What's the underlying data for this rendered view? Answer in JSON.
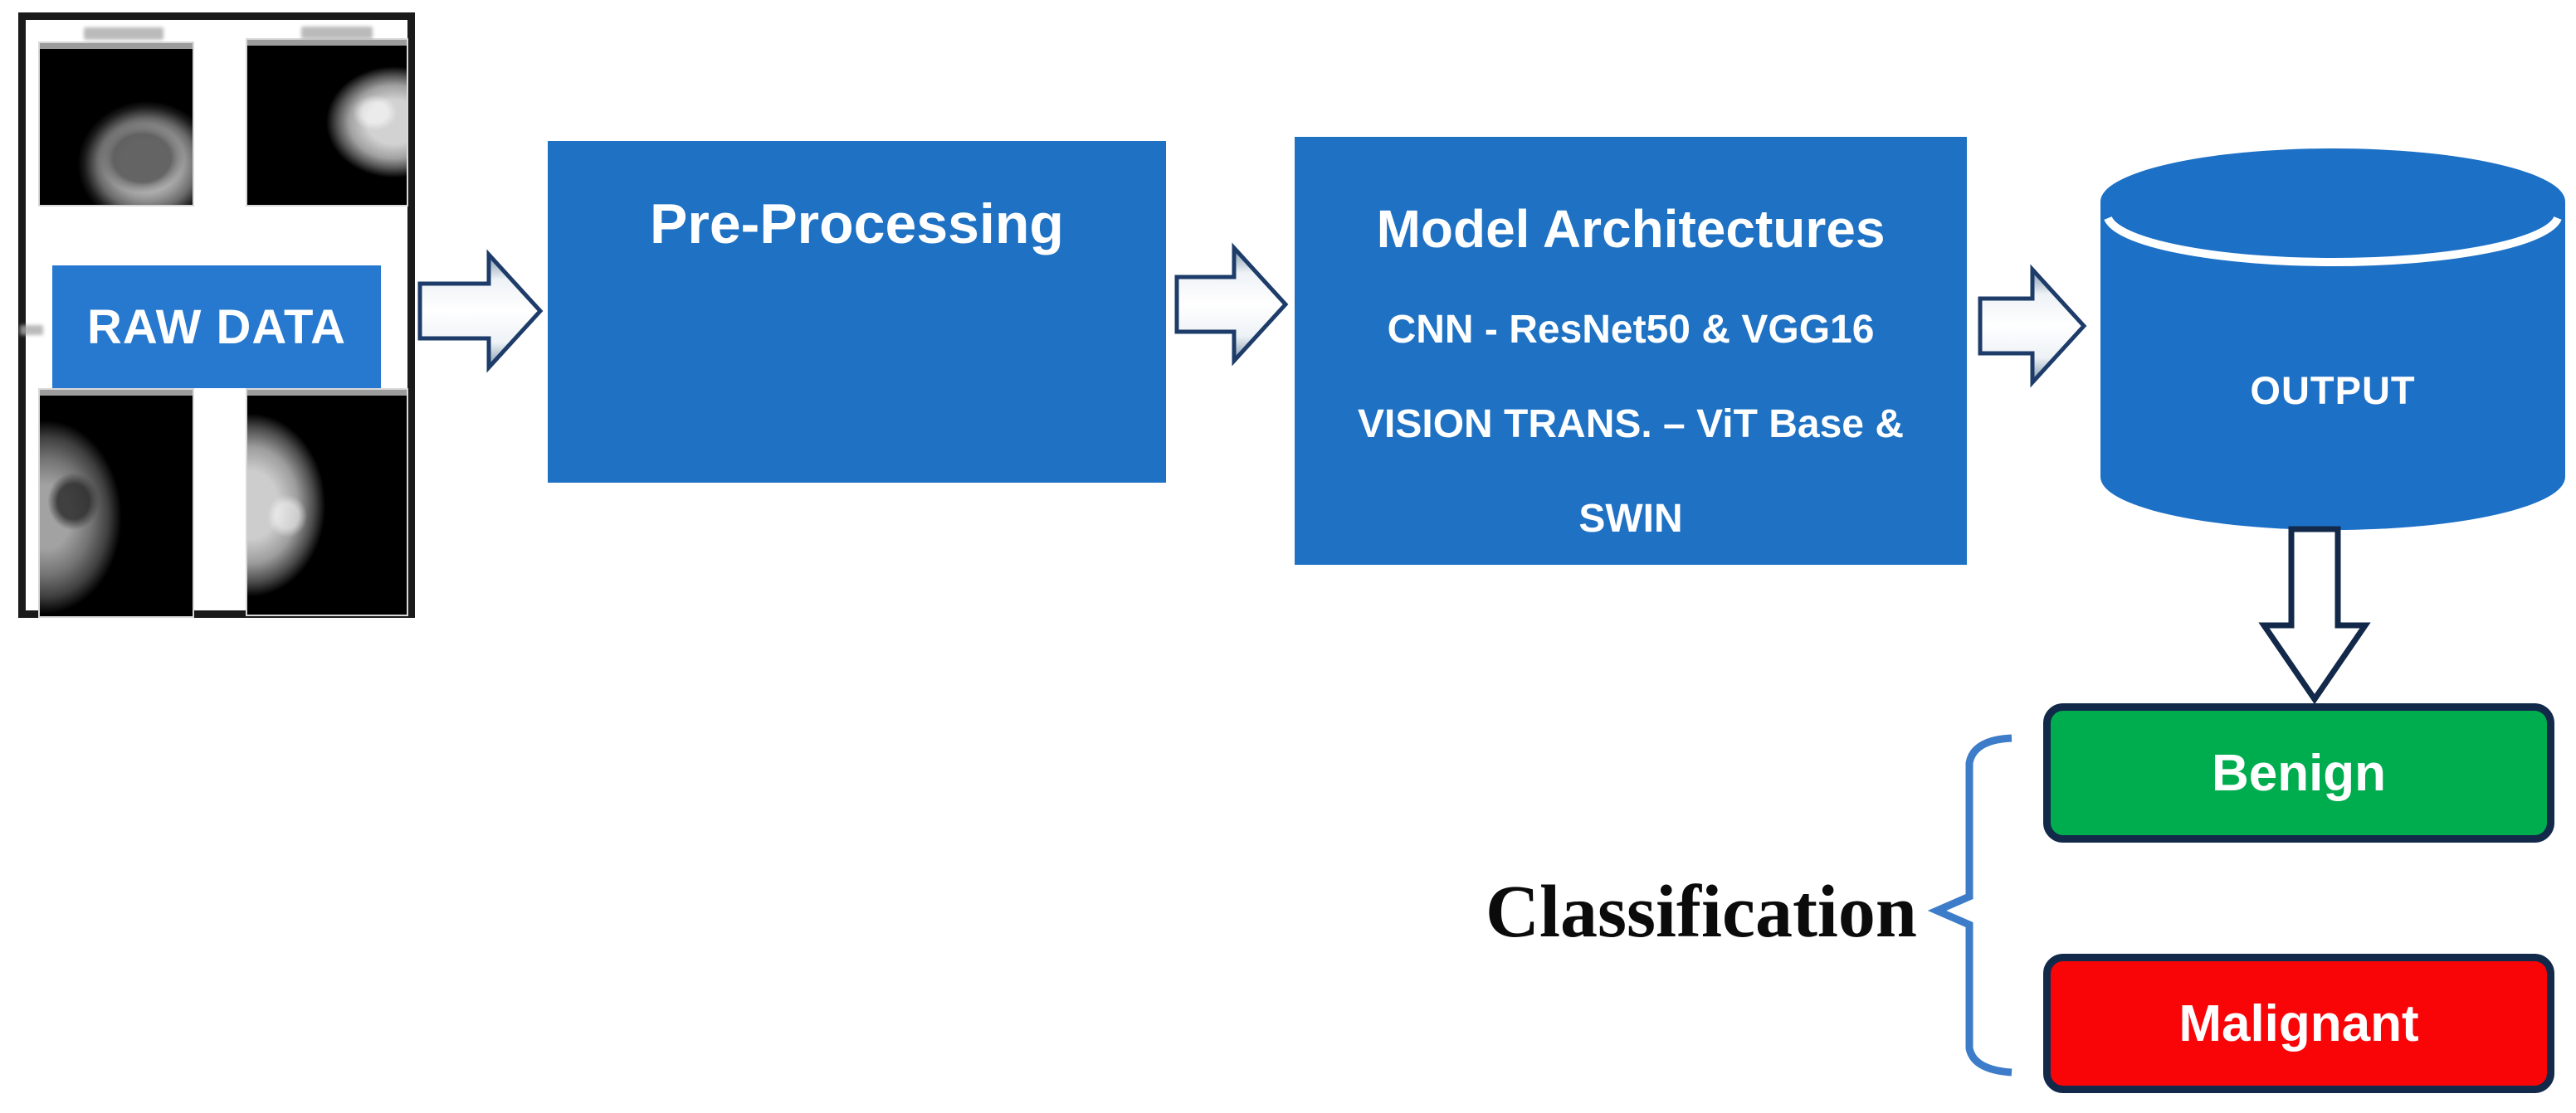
{
  "raw_data": {
    "label": "RAW DATA"
  },
  "flow": {
    "preprocessing_label": "Pre-Processing",
    "model_title": "Model Architectures",
    "model_line_cnn": "CNN - ResNet50 & VGG16",
    "model_line_vit": "VISION TRANS. – ViT Base &",
    "model_line_swin": "SWIN",
    "output_label": "OUTPUT"
  },
  "classification": {
    "label": "Classification",
    "benign_label": "Benign",
    "malignant_label": "Malignant"
  },
  "colors": {
    "process_blue": "#1E71C3",
    "banner_blue": "#2779CF",
    "cylinder_blue": "#1C70C6",
    "benign_green": "#00AD4E",
    "malignant_red": "#F90508",
    "outline_navy": "#12294A",
    "arrow_outline": "#1E3C69",
    "brace_blue": "#3D7CC9",
    "frame_black": "#1A1A1A"
  }
}
